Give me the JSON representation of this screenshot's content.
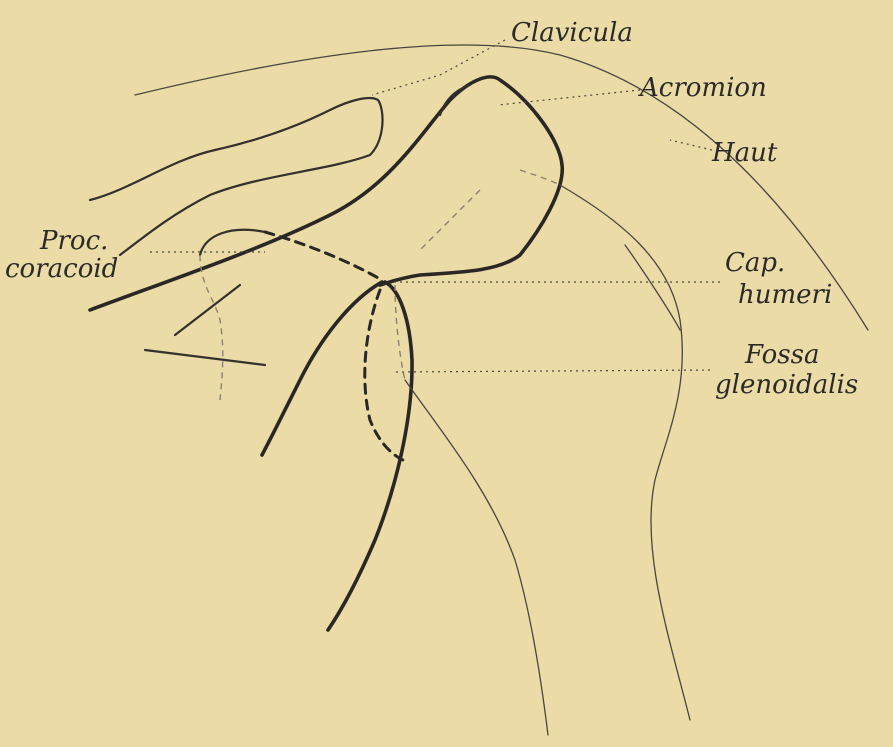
{
  "labels": {
    "clavicula": "Clavicula",
    "acromion": "Acromion",
    "haut": "Haut",
    "proc_coracoid_1": "Proc.",
    "proc_coracoid_2": "coracoid",
    "cap_humeri_1": "Cap.",
    "cap_humeri_2": "humeri",
    "fossa_1": "Fossa",
    "fossa_2": "glenoidalis"
  },
  "colors": {
    "paper": "#ebdba6",
    "ink": "#2a2724"
  }
}
